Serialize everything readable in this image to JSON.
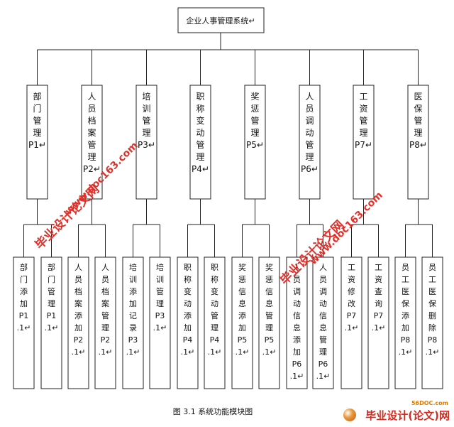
{
  "root": {
    "label": "企业人事管理系统↵"
  },
  "modules": [
    {
      "id": "m1",
      "lines": [
        "部",
        "门",
        "管",
        "理",
        "P1↵"
      ],
      "children": [
        {
          "lines": [
            "部",
            "门",
            "添",
            "加",
            "P1",
            ".1↵"
          ]
        },
        {
          "lines": [
            "部",
            "门",
            "管",
            "理",
            "P1",
            ".1↵"
          ]
        }
      ]
    },
    {
      "id": "m2",
      "lines": [
        "人",
        "员",
        "档",
        "案",
        "管",
        "理",
        "P2↵"
      ],
      "children": [
        {
          "lines": [
            "人",
            "员",
            "档",
            "案",
            "添",
            "加",
            "P2",
            ".1↵"
          ]
        },
        {
          "lines": [
            "人",
            "员",
            "档",
            "案",
            "管",
            "理",
            "P2",
            ".1↵"
          ]
        }
      ]
    },
    {
      "id": "m3",
      "lines": [
        "培",
        "训",
        "管",
        "理",
        "P3↵"
      ],
      "children": [
        {
          "lines": [
            "培",
            "训",
            "添",
            "加",
            "记",
            "录",
            "P3",
            ".1↵"
          ]
        },
        {
          "lines": [
            "培",
            "训",
            "管",
            "理",
            "P3",
            ".1↵"
          ]
        }
      ]
    },
    {
      "id": "m4",
      "lines": [
        "职",
        "称",
        "变",
        "动",
        "管",
        "理",
        "P4↵"
      ],
      "children": [
        {
          "lines": [
            "职",
            "称",
            "变",
            "动",
            "添",
            "加",
            "P4",
            ".1↵"
          ]
        },
        {
          "lines": [
            "职",
            "称",
            "变",
            "动",
            "管",
            "理",
            "P4",
            ".1↵"
          ]
        }
      ]
    },
    {
      "id": "m5",
      "lines": [
        "奖",
        "惩",
        "管",
        "理",
        "P5↵"
      ],
      "children": [
        {
          "lines": [
            "奖",
            "惩",
            "信",
            "息",
            "添",
            "加",
            "P5",
            ".1↵"
          ]
        },
        {
          "lines": [
            "奖",
            "惩",
            "信",
            "息",
            "管",
            "理",
            "P5",
            ".1↵"
          ]
        }
      ]
    },
    {
      "id": "m6",
      "lines": [
        "人",
        "员",
        "调",
        "动",
        "管",
        "理",
        "P6↵"
      ],
      "children": [
        {
          "lines": [
            "人",
            "员",
            "调",
            "动",
            "信",
            "息",
            "添",
            "加",
            "P6",
            ".1↵"
          ]
        },
        {
          "lines": [
            "人",
            "员",
            "调",
            "动",
            "信",
            "息",
            "管",
            "理",
            "P6",
            ".1↵"
          ]
        }
      ]
    },
    {
      "id": "m7",
      "lines": [
        "工",
        "资",
        "管",
        "理",
        "P7↵"
      ],
      "children": [
        {
          "lines": [
            "工",
            "资",
            "修",
            "改",
            "P7",
            ".1↵"
          ]
        },
        {
          "lines": [
            "工",
            "资",
            "查",
            "询",
            "P7",
            ".1↵"
          ]
        }
      ]
    },
    {
      "id": "m8",
      "lines": [
        "医",
        "保",
        "管",
        "理",
        "P8↵"
      ],
      "children": [
        {
          "lines": [
            "员",
            "工",
            "医",
            "保",
            "添",
            "加",
            "P8",
            ".1↵"
          ]
        },
        {
          "lines": [
            "员",
            "工",
            "医",
            "保",
            "删",
            "除",
            "P8",
            ".1↵"
          ]
        }
      ]
    }
  ],
  "caption": "图 3.1 系统功能模块图",
  "watermarks": {
    "text_a": "毕业设计论文网",
    "text_b": "www.doc163.com"
  },
  "logo": {
    "site": "56DOC.com",
    "text": "毕业设计(论文)网",
    "icon": "basketball-icon"
  }
}
